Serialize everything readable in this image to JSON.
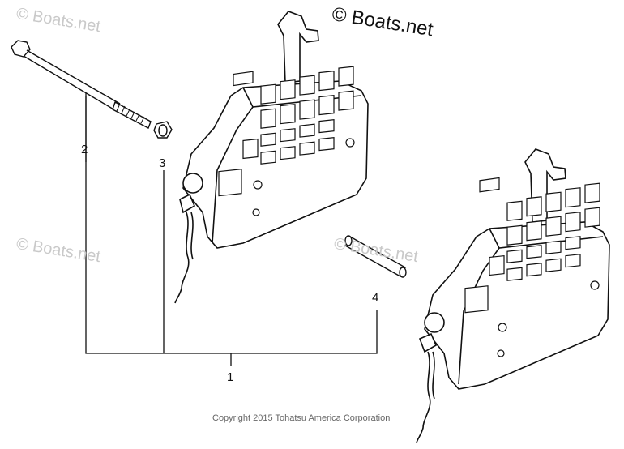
{
  "brand_watermark": "© Boats.net",
  "faint_watermark": "© Boats.net",
  "callouts": [
    "1",
    "2",
    "3",
    "4"
  ],
  "copyright": "Copyright 2015 Tohatsu America Corporation"
}
